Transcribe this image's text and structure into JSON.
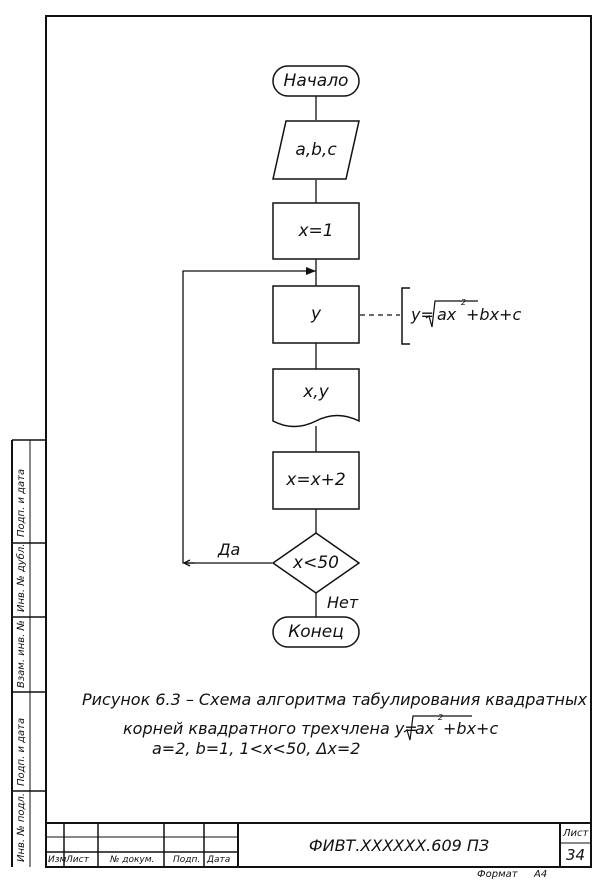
{
  "flowchart": {
    "start": "Начало",
    "input": "a,b,c",
    "init": "x=1",
    "compute": "y",
    "annotation": {
      "prefix": "y=",
      "radicand": "ax",
      "exp": "2",
      "rest": "+bx+c"
    },
    "output": "x,y",
    "increment": "x=x+2",
    "condition": "x<50",
    "yes_label": "Да",
    "no_label": "Нет",
    "end": "Конец"
  },
  "caption": {
    "line1": "Рисунок 6.3 – Схема алгоритма табулирования квадратных",
    "line2_prefix": "корней квадратного трехчлена y=",
    "line2_radicand": "ax",
    "line2_exp": "2",
    "line2_rest": "+bx+c",
    "line3": "a=2,  b=1, 1<x<50, Δx=2"
  },
  "side_columns": [
    "Подп. и дата",
    "Инв. № дубл.",
    "Взам. инв. №",
    "Подп. и дата",
    "Инв. № подл."
  ],
  "title_block": {
    "headers": [
      "Изм",
      "Лист",
      "№ докум.",
      "Подп.",
      "Дата"
    ],
    "designation": "ФИВТ.XXXXXX.609 ПЗ",
    "sheet_label": "Лист",
    "sheet_number": "34"
  },
  "format_label": "Формат",
  "format_value": "А4"
}
